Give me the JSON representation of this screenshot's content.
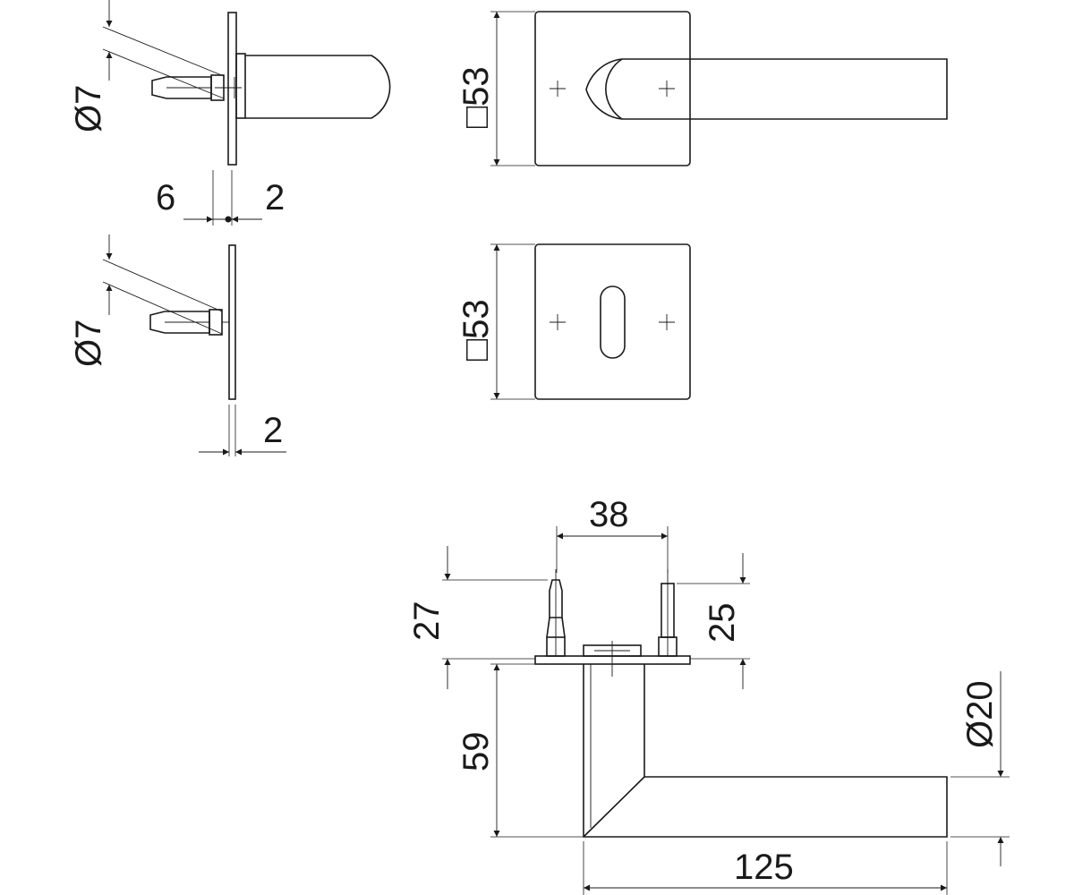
{
  "dimensions": {
    "d7_top": "Ø7",
    "d7_mid": "Ø7",
    "w6": "6",
    "w2_top": "2",
    "w2_bot": "2",
    "sq53_top": "□53",
    "sq53_bot": "□53",
    "d38": "38",
    "d27": "27",
    "d25": "25",
    "d59": "59",
    "d20": "Ø20",
    "d125": "125"
  }
}
